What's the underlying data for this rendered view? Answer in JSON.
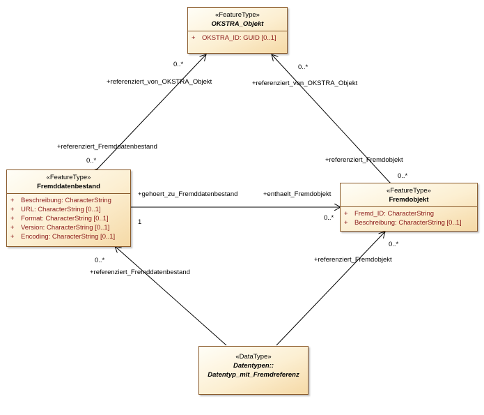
{
  "classes": {
    "okstra_objekt": {
      "stereotype": "«FeatureType»",
      "name": "OKSTRA_Objekt",
      "attributes": [
        {
          "vis": "+",
          "text": "OKSTRA_ID: GUID [0..1]"
        }
      ]
    },
    "fremddatenbestand": {
      "stereotype": "«FeatureType»",
      "name": "Fremddatenbestand",
      "attributes": [
        {
          "vis": "+",
          "text": "Beschreibung: CharacterString"
        },
        {
          "vis": "+",
          "text": "URL: CharacterString [0..1]"
        },
        {
          "vis": "+",
          "text": "Format: CharacterString [0..1]"
        },
        {
          "vis": "+",
          "text": "Version: CharacterString [0..1]"
        },
        {
          "vis": "+",
          "text": "Encoding: CharacterString [0..1]"
        }
      ]
    },
    "fremdobjekt": {
      "stereotype": "«FeatureType»",
      "name": "Fremdobjekt",
      "attributes": [
        {
          "vis": "+",
          "text": "Fremd_ID: CharacterString"
        },
        {
          "vis": "+",
          "text": "Beschreibung: CharacterString [0..1]"
        }
      ]
    },
    "datentyp": {
      "stereotype": "«DataType»",
      "name_line1": "Datentypen::",
      "name_line2": "Datentyp_mit_Fremdreferenz"
    }
  },
  "labels": {
    "l1_role": "+referenziert_von_OKSTRA_Objekt",
    "l1_mult": "0..*",
    "l2_role": "+referenziert_von_OKSTRA_Objekt",
    "l2_mult": "0..*",
    "l3_role": "+referenziert_Fremddatenbestand",
    "l3_mult": "0..*",
    "l4_role": "+referenziert_Fremdobjekt",
    "l4_mult": "0..*",
    "l5_role": "+gehoert_zu_Fremddatenbestand",
    "l5_mult": "1",
    "l6_role": "+enthaelt_Fremdobjekt",
    "l6_mult": "0..*",
    "l7_mult": "0..*",
    "l7_role": "+referenziert_Fremddatenbestand",
    "l8_role": "+referenziert_Fremdobjekt",
    "l8_mult": "0..*"
  }
}
